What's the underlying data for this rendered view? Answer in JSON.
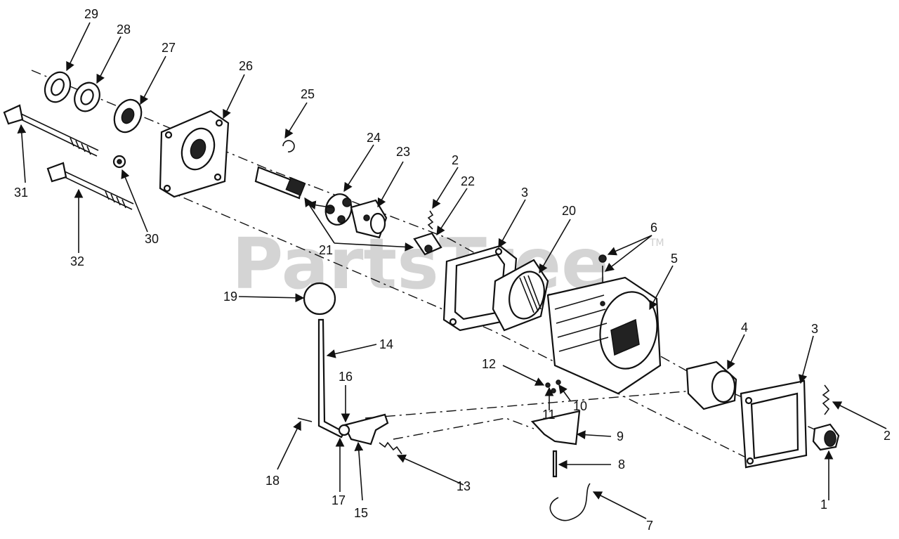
{
  "watermark": {
    "text": "PartsTree",
    "trademark": "TM"
  },
  "callouts": [
    "1",
    "2",
    "2",
    "3",
    "3",
    "4",
    "5",
    "6",
    "7",
    "8",
    "9",
    "10",
    "11",
    "12",
    "13",
    "14",
    "15",
    "16",
    "17",
    "18",
    "19",
    "20",
    "21",
    "22",
    "23",
    "24",
    "25",
    "26",
    "27",
    "28",
    "29",
    "30",
    "31",
    "32"
  ]
}
